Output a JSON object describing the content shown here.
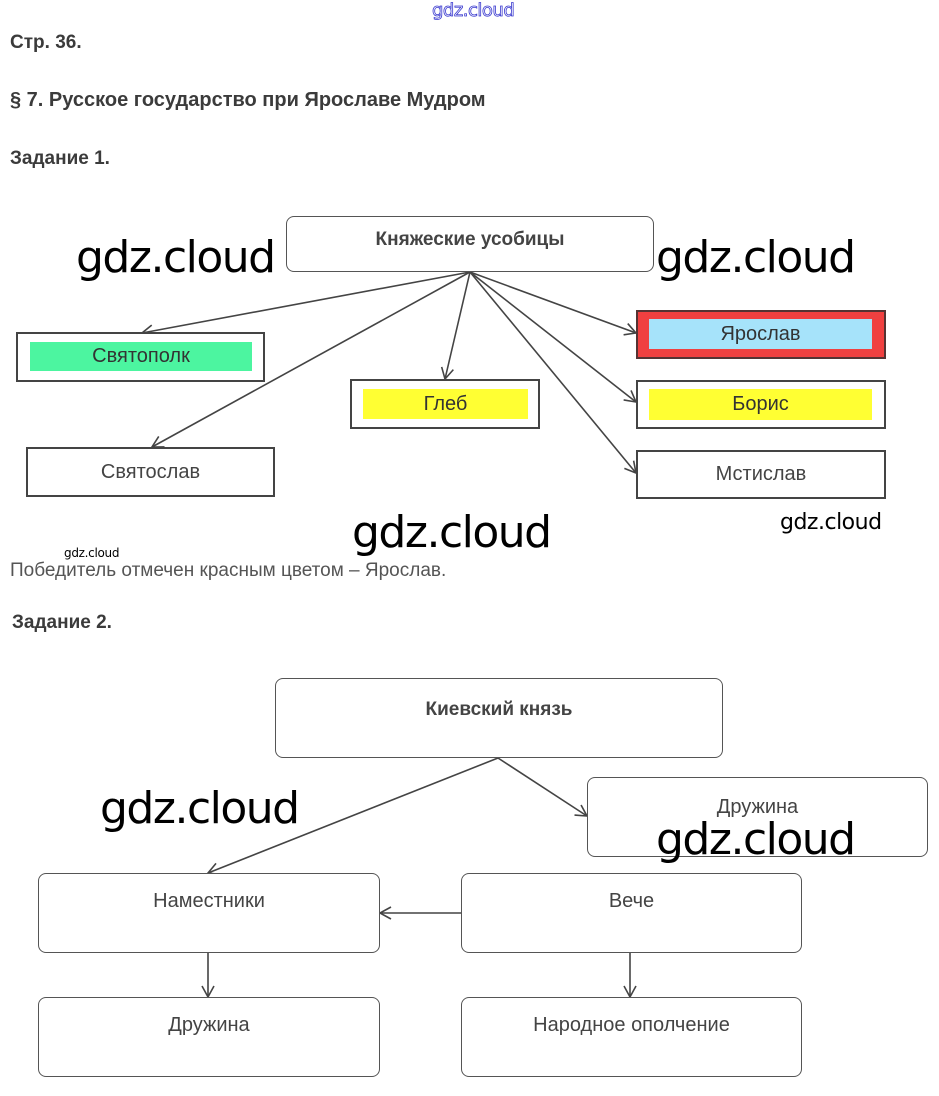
{
  "watermark": {
    "top": "gdz.cloud",
    "text": "gdz.cloud"
  },
  "page_label": "Стр. 36.",
  "section_title": "§ 7. Русское государство при Ярославе Мудром",
  "task1": {
    "title": "Задание 1.",
    "root": "Княжеские усобицы",
    "nodes": [
      {
        "label": "Святополк",
        "highlight": "#4cf5a0"
      },
      {
        "label": "Святослав",
        "highlight": null
      },
      {
        "label": "Глеб",
        "highlight": "#ffff33"
      },
      {
        "label": "Ярослав",
        "highlight": "#a6e3fa",
        "border": "#f04040"
      },
      {
        "label": "Борис",
        "highlight": "#ffff33"
      },
      {
        "label": "Мстислав",
        "highlight": null
      }
    ],
    "answer": "Победитель отмечен красным цветом – Ярослав."
  },
  "task2": {
    "title": "Задание 2.",
    "root": "Киевский князь",
    "nodes": {
      "druzhina_top": "Дружина",
      "namestniki": "Наместники",
      "veche": "Вече",
      "druzhina_bottom": "Дружина",
      "opolchenie": "Народное ополчение"
    }
  }
}
